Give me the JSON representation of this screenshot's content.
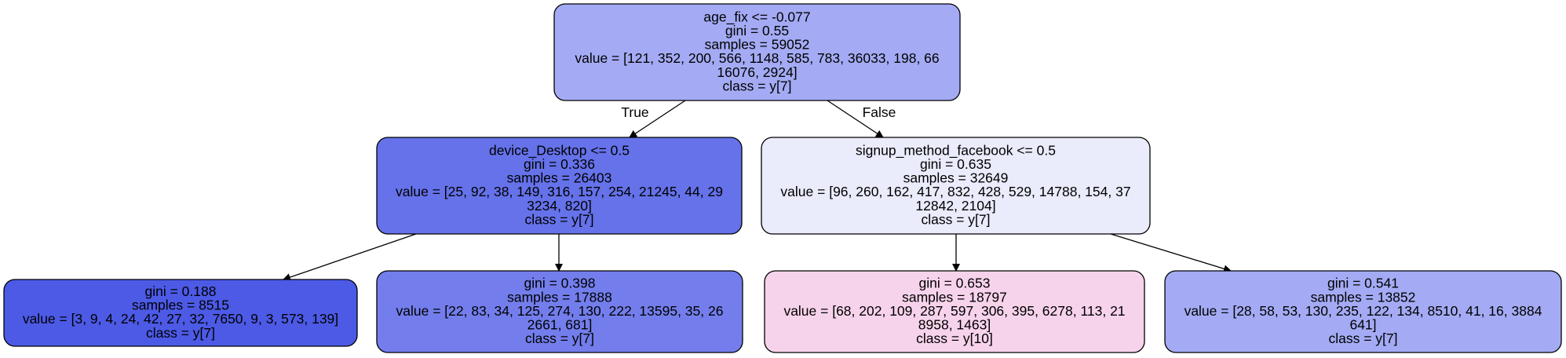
{
  "tree": {
    "nodes": [
      {
        "id": "n0",
        "color": "#a4abf4",
        "lines": [
          "age_fix <= -0.077",
          "gini = 0.55",
          "samples = 59052",
          "value = [121, 352, 200, 566, 1148, 585, 783, 36033, 198, 66",
          "16076, 2924]",
          "class = y[7]"
        ]
      },
      {
        "id": "n1",
        "color": "#6572ea",
        "lines": [
          "device_Desktop <= 0.5",
          "gini = 0.336",
          "samples = 26403",
          "value = [25, 92, 38, 149, 316, 157, 254, 21245, 44, 29",
          "3234, 820]",
          "class = y[7]"
        ]
      },
      {
        "id": "n2",
        "color": "#eaebfb",
        "lines": [
          "signup_method_facebook <= 0.5",
          "gini = 0.635",
          "samples = 32649",
          "value = [96, 260, 162, 417, 832, 428, 529, 14788, 154, 37",
          "12842, 2104]",
          "class = y[7]"
        ]
      },
      {
        "id": "n3",
        "color": "#4c5ae6",
        "lines": [
          "gini = 0.188",
          "samples = 8515",
          "value = [3, 9, 4, 24, 42, 27, 32, 7650, 9, 3, 573, 139]",
          "class = y[7]"
        ]
      },
      {
        "id": "n4",
        "color": "#737eec",
        "lines": [
          "gini = 0.398",
          "samples = 17888",
          "value = [22, 83, 34, 125, 274, 130, 222, 13595, 35, 26",
          "2661, 681]",
          "class = y[7]"
        ]
      },
      {
        "id": "n5",
        "color": "#f7d3eb",
        "lines": [
          "gini = 0.653",
          "samples = 18797",
          "value = [68, 202, 109, 287, 597, 306, 395, 6278, 113, 21",
          "8958, 1463]",
          "class = y[10]"
        ]
      },
      {
        "id": "n6",
        "color": "#a4abf4",
        "lines": [
          "gini = 0.541",
          "samples = 13852",
          "value = [28, 58, 53, 130, 235, 122, 134, 8510, 41, 16, 3884",
          "641]",
          "class = y[7]"
        ]
      }
    ],
    "edges": [
      {
        "from": "n0",
        "to": "n1",
        "label": "True"
      },
      {
        "from": "n0",
        "to": "n2",
        "label": "False"
      },
      {
        "from": "n1",
        "to": "n3",
        "label": ""
      },
      {
        "from": "n1",
        "to": "n4",
        "label": ""
      },
      {
        "from": "n2",
        "to": "n5",
        "label": ""
      },
      {
        "from": "n2",
        "to": "n6",
        "label": ""
      }
    ]
  }
}
